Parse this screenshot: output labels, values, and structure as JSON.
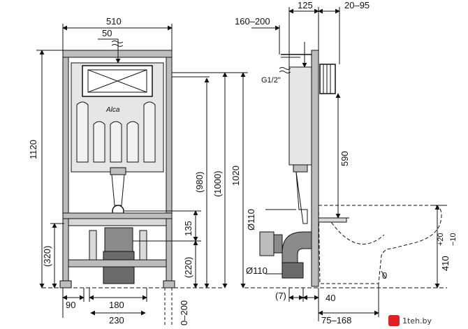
{
  "front_view": {
    "width_total": "510",
    "offset_top": "50",
    "height_total": "1120",
    "height_980": "(980)",
    "height_1000": "(1000)",
    "height_1020": "1020",
    "height_320": "(320)",
    "height_220": "(220)",
    "height_135": "135",
    "bottom_90": "90",
    "bottom_180": "180",
    "bottom_230": "230",
    "bottom_0_200": "0–200",
    "brand_logo": "Alca"
  },
  "side_view": {
    "top_125": "125",
    "top_20_95": "20–95",
    "top_160_200": "160–200",
    "pipe_g12": "G1/2\"",
    "height_590": "590",
    "dia_110_upper": "Ø110",
    "dia_110_lower": "Ø110",
    "bottom_7": "(7)",
    "bottom_40": "40",
    "bottom_75_168": "75–168",
    "height_410": "410",
    "tol_plus": "+20",
    "tol_minus": "−10",
    "zero_mark": "0"
  },
  "watermark": {
    "brand": "1teh.by"
  },
  "colors": {
    "line": "#111111",
    "fill_light": "#d9d9d9",
    "fill_mid": "#bdbdbd",
    "watermark_red": "#e11f26"
  }
}
